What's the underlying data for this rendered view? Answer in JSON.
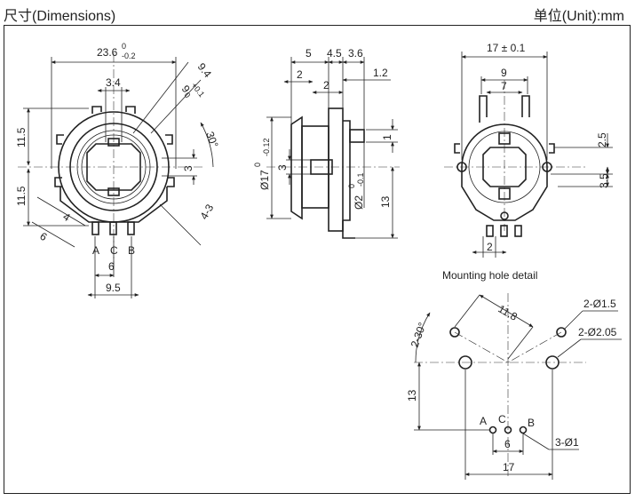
{
  "header": {
    "title": "尺寸(Dimensions)",
    "unit": "单位(Unit):mm"
  },
  "front_view": {
    "width": "23.6",
    "width_tol_upper": "0",
    "width_tol_lower": "-0.2",
    "diag_a": "9.4",
    "diag_b": "9",
    "diag_b_tol_upper": "+0.1",
    "diag_b_tol_lower": "0",
    "shaft_flat": "3.4",
    "upper_half": "11.5",
    "lower_half": "11.5",
    "angle": "30°",
    "offset_3": "3",
    "dim_4": "4",
    "dim_6_left": "6",
    "hole_count": "4-3",
    "pin_a": "A",
    "pin_c": "C",
    "pin_b": "B",
    "pin_pitch": "6",
    "pin_span": "9.5"
  },
  "side_view": {
    "d5": "5",
    "d45": "4.5",
    "d36": "3.6",
    "d12": "1.2",
    "d2a": "2",
    "d2b": "2",
    "body_dia": "Ø17",
    "body_tol_upper": "0",
    "body_tol_lower": "-0.12",
    "d3": "3",
    "shaft_dia": "Ø2",
    "shaft_tol_upper": "0",
    "shaft_tol_lower": "-0.1",
    "d13": "13",
    "d1": "1"
  },
  "back_view": {
    "width": "17 ± 0.1",
    "d9": "9",
    "d7": "7",
    "d25": "2.5",
    "d35": "3.5",
    "d2": "2"
  },
  "mounting": {
    "title": "Mounting hole detail",
    "d118": "11.8",
    "angle": "2-30°",
    "hole_small": "2-Ø1.5",
    "hole_large": "2-Ø2.05",
    "d13": "13",
    "pin_a": "A",
    "pin_c": "C",
    "pin_b": "B",
    "pin_holes": "3-Ø1",
    "pin_pitch": "6",
    "span": "17"
  }
}
